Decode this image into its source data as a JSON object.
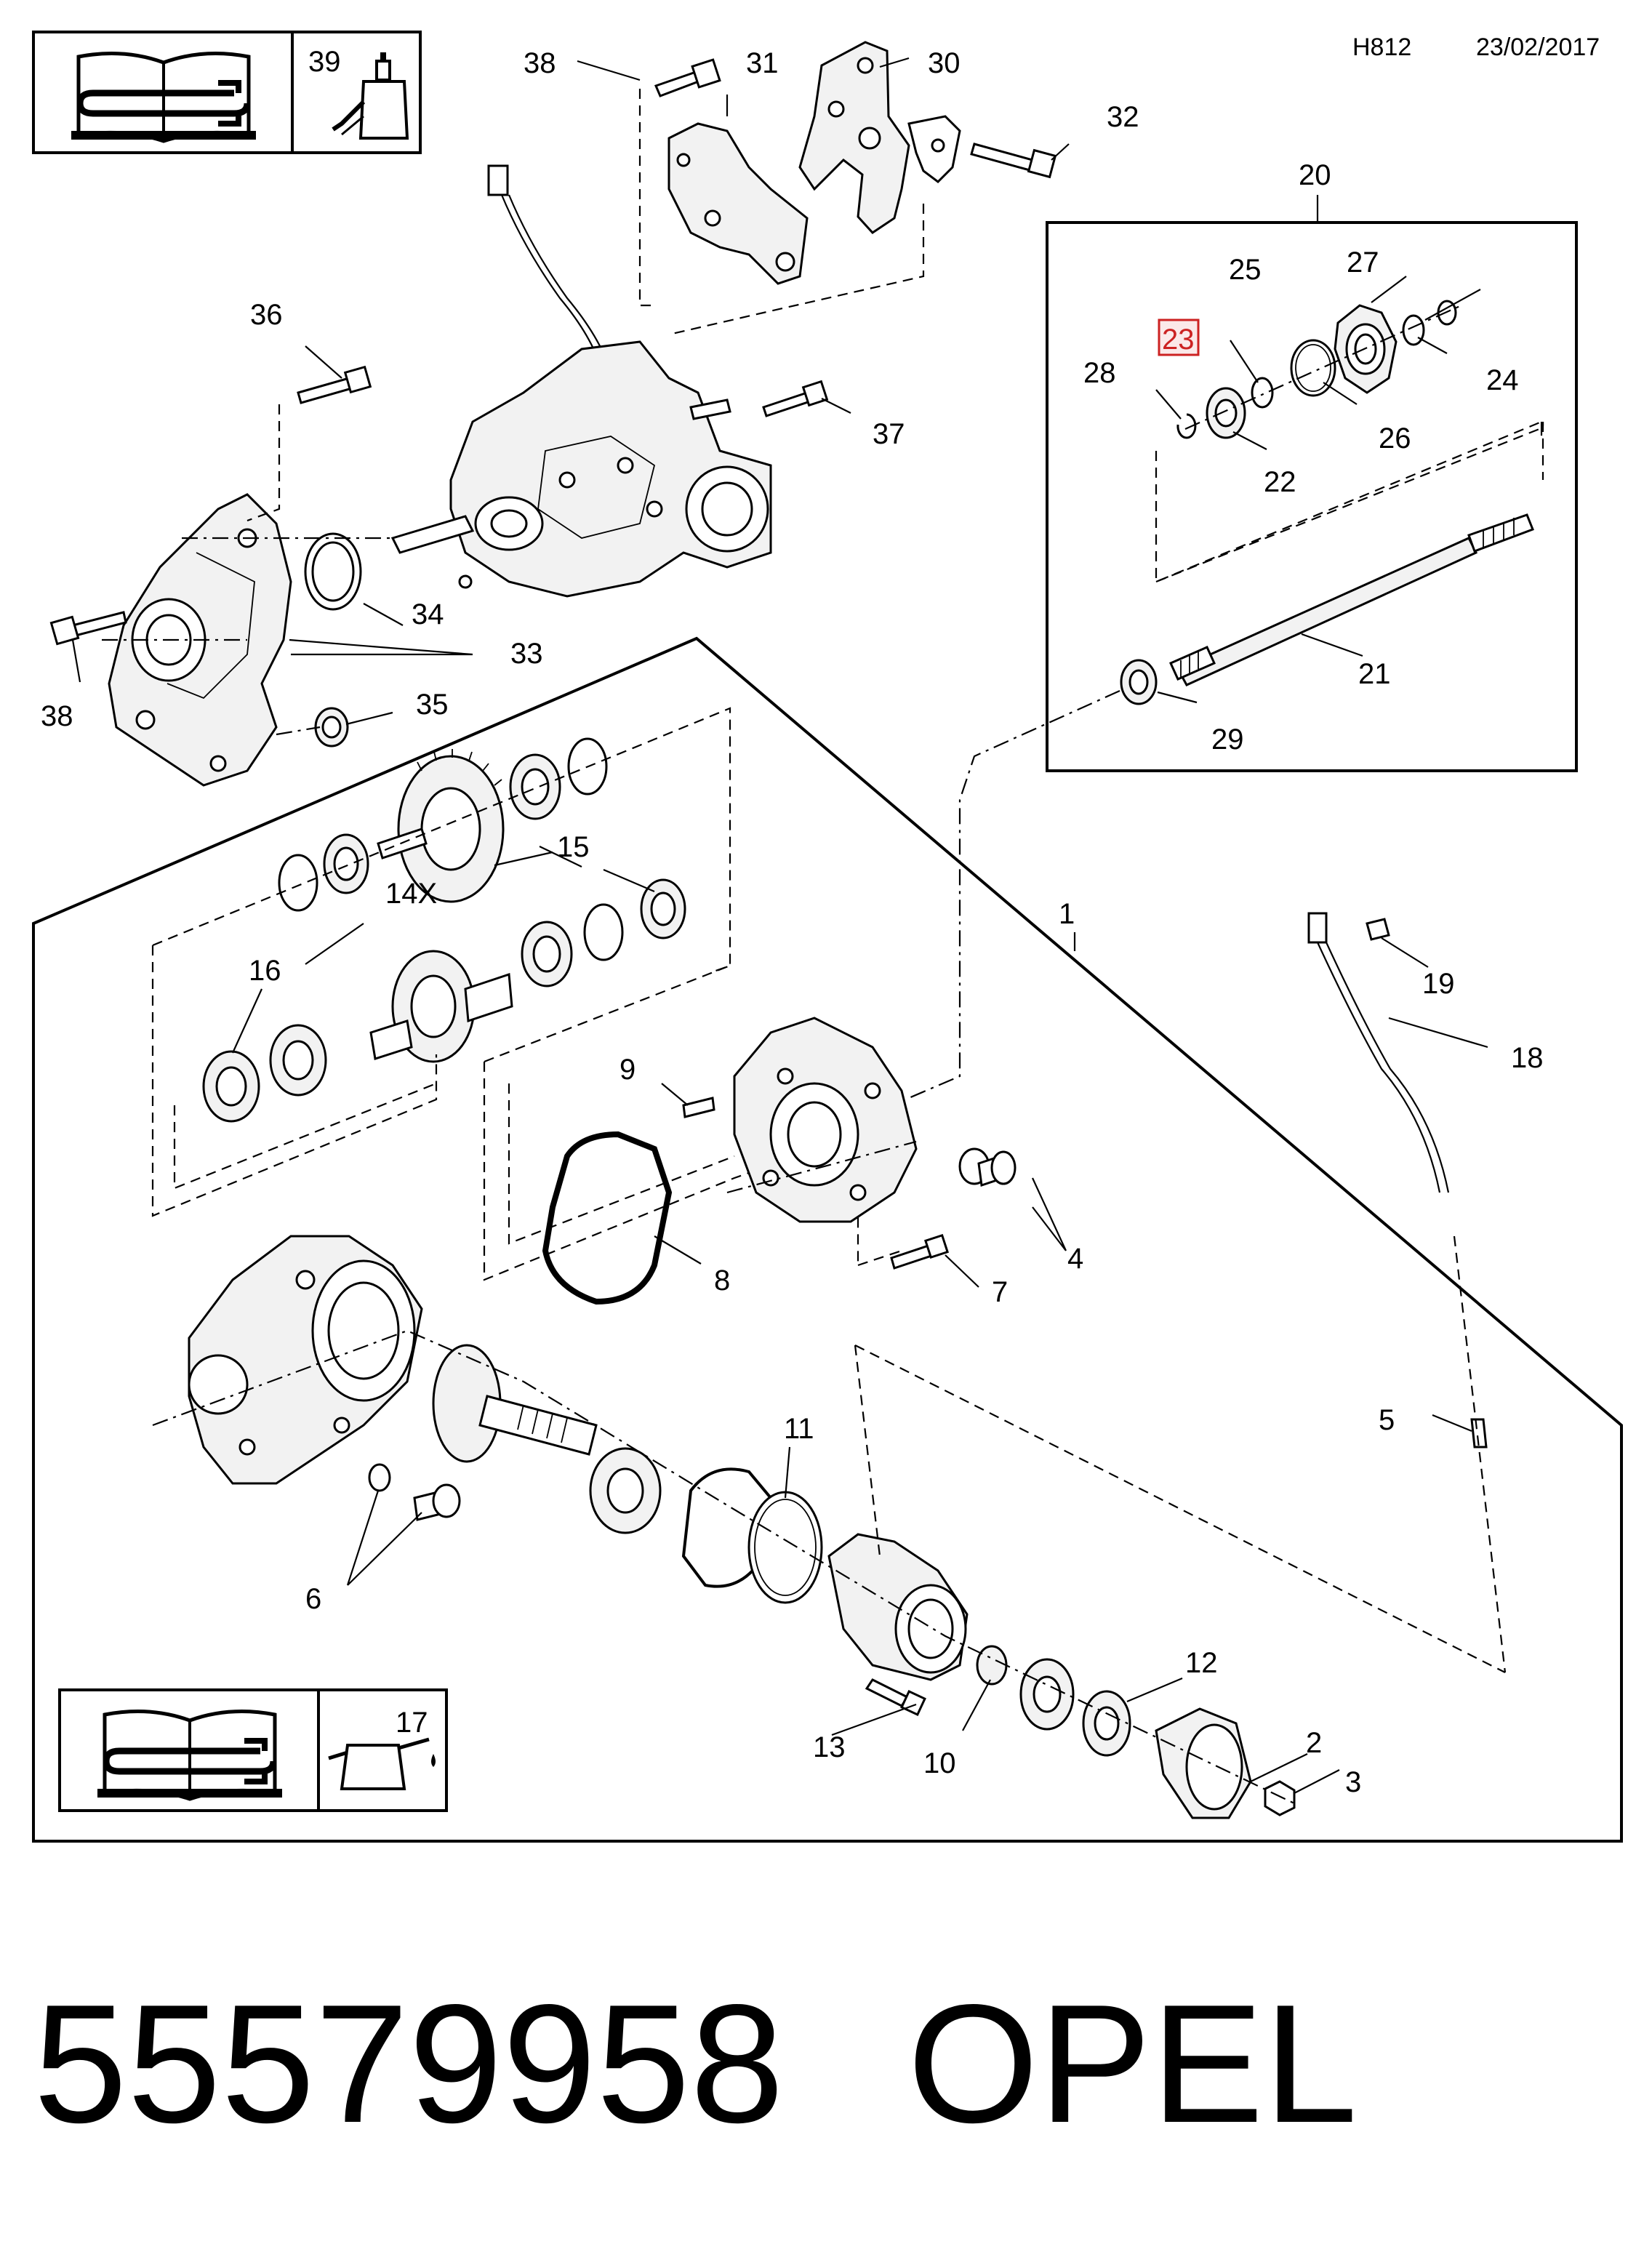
{
  "header": {
    "code": "H812",
    "date": "23/02/2017"
  },
  "icons": {
    "top_box_number": "39",
    "bottom_box_number": "17",
    "manual_icon": "repair-manual-icon",
    "lube_icon": "lubricant-bottle-icon",
    "oil_icon": "oil-can-icon"
  },
  "callouts": {
    "c1": "1",
    "c2": "2",
    "c3": "3",
    "c4": "4",
    "c5": "5",
    "c6": "6",
    "c7": "7",
    "c8": "8",
    "c9": "9",
    "c10": "10",
    "c11": "11",
    "c12": "12",
    "c13": "13",
    "c14x": "14X",
    "c15": "15",
    "c16": "16",
    "c18": "18",
    "c19": "19",
    "c20": "20",
    "c21": "21",
    "c22": "22",
    "c23": "23",
    "c24": "24",
    "c25": "25",
    "c26": "26",
    "c27": "27",
    "c28": "28",
    "c29": "29",
    "c30": "30",
    "c31": "31",
    "c32": "32",
    "c33": "33",
    "c34": "34",
    "c35": "35",
    "c36": "36",
    "c37": "37",
    "c38a": "38",
    "c38b": "38"
  },
  "highlight": {
    "color": "#cc2222"
  },
  "footer": {
    "part_number": "55579958",
    "brand": "OPEL"
  }
}
